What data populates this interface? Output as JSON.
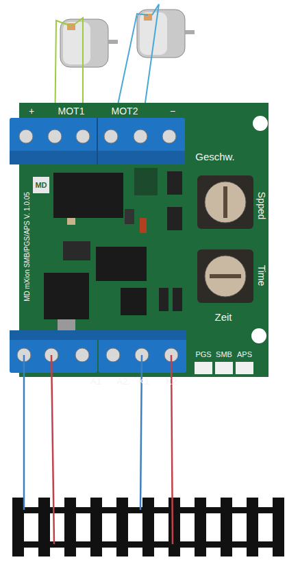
{
  "diagram": {
    "labels": [
      "+",
      "MOT1",
      "MOT2",
      "−",
      "Geschw.",
      "Spped",
      "Time",
      "Zeit",
      "MD mXion SMB/PGS/APS V. 1.0.05",
      "A1",
      "A2.",
      "K1",
      "K2",
      "PGS",
      "SMB",
      "APS",
      "MD"
    ]
  }
}
